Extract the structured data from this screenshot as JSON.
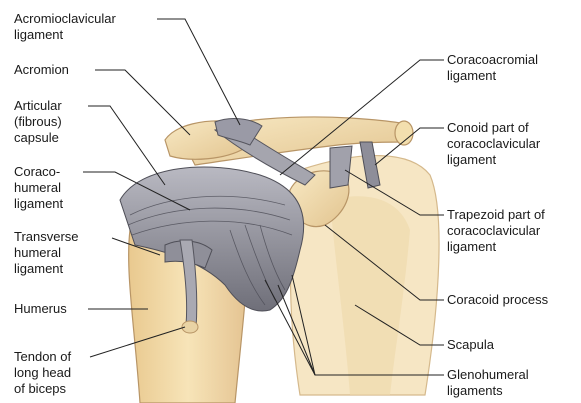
{
  "labels": {
    "acromioclavicular": "Acromioclavicular\nligament",
    "acromion": "Acromion",
    "articular_capsule": "Articular\n(fibrous)\ncapsule",
    "coracohumeral": "Coraco-\nhumeral\nligament",
    "transverse_humeral": "Transverse\nhumeral\nligament",
    "humerus": "Humerus",
    "biceps_tendon": "Tendon of\nlong head\nof biceps",
    "coracoacromial": "Coracoacromial\nligament",
    "conoid": "Conoid part of\ncoracoclavicular\nligament",
    "trapezoid": "Trapezoid part of\ncoracoclavicular\nligament",
    "coracoid_process": "Coracoid process",
    "scapula": "Scapula",
    "glenohumeral": "Glenohumeral\nligaments"
  },
  "colors": {
    "bone": "#f3dfae",
    "bone_shadow": "#d9b98a",
    "ligament": "#9a9aa6",
    "ligament_dark": "#55555e",
    "scapula_fill": "#f6e6c4",
    "leader": "#222222",
    "text": "#1a1a1a"
  }
}
